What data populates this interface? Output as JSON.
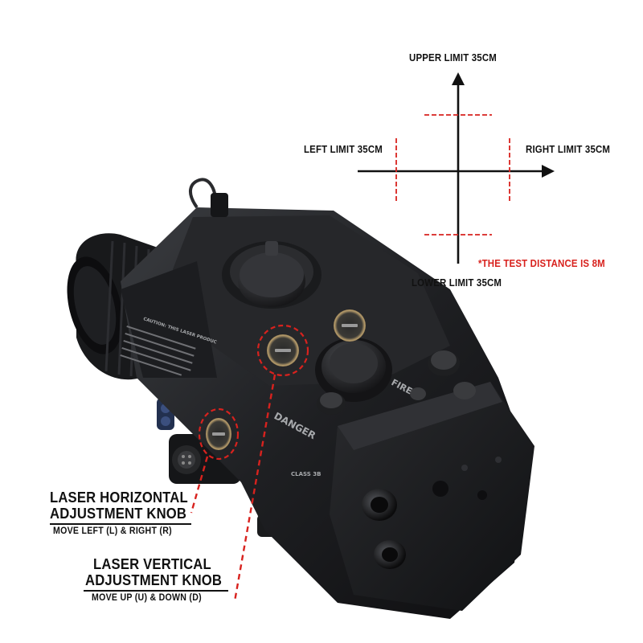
{
  "diagram": {
    "upper_limit": "UPPER LIMIT 35CM",
    "lower_limit": "LOWER LIMIT 35CM",
    "left_limit": "LEFT LIMIT 35CM",
    "right_limit": "RIGHT LIMIT 35CM",
    "test_distance_note": "*THE TEST DISTANCE IS 8M",
    "axis_color": "#111111",
    "limit_line_color": "#d8221e"
  },
  "callouts": {
    "horizontal": {
      "title_line1": "LASER HORIZONTAL",
      "title_line2": "ADJUSTMENT KNOB",
      "subtitle": "MOVE LEFT (L) & RIGHT (R)"
    },
    "vertical": {
      "title_line1": "LASER VERTICAL",
      "title_line2": "ADJUSTMENT KNOB",
      "subtitle": "MOVE UP (U) & DOWN (D)"
    },
    "highlight_color": "#d8221e"
  },
  "device": {
    "body_color": "#1b1c1e",
    "marking_color": "#a7a9ac",
    "caution_text": "CAUTION: THIS LASER PRODUCT HAS BEEN EXEMPTED FROM FDA/CDRH PERFORMANCE STANDARDS",
    "danger_label": "DANGER",
    "fire_label": "FIRE",
    "class_label": "CLASS 3B"
  }
}
